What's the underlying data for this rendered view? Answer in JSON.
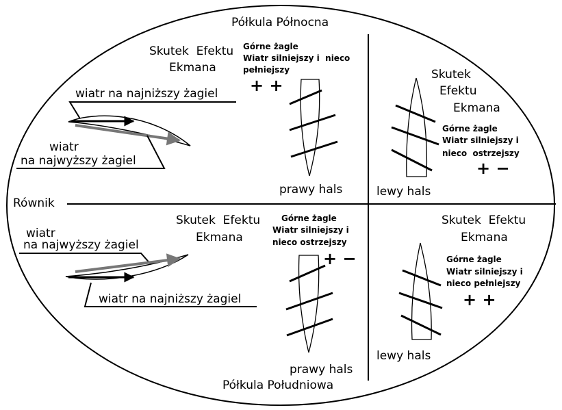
{
  "hemispheres": {
    "north": "Półkula Północna",
    "south": "Półkula Południowa",
    "equator": "Równik"
  },
  "north": {
    "ekman_left": [
      "Skutek  Efektu",
      "Ekmana"
    ],
    "ekman_right": [
      "Skutek",
      "Efektu",
      "Ekmana"
    ],
    "wind_lowest": "wiatr na najniższy żagiel",
    "wind_highest": [
      "wiatr",
      "na najwyższy żagiel"
    ],
    "starboard": {
      "note": [
        "Górne żagle",
        "Wiatr silniejszy i  nieco",
        "pełniejszy"
      ],
      "signs": "+ +",
      "tack": "prawy hals"
    },
    "port": {
      "note": [
        "Górne żagle",
        "Wiatr silniejszy i",
        "nieco  ostrzejszy"
      ],
      "signs": "+ −",
      "tack": "lewy hals"
    }
  },
  "south": {
    "ekman_left": [
      "Skutek  Efektu",
      "Ekmana"
    ],
    "ekman_right": [
      "Skutek  Efektu",
      "Ekmana"
    ],
    "wind_highest": [
      "wiatr",
      "na najwyższy żagiel"
    ],
    "wind_lowest": "wiatr na najniższy żagiel",
    "starboard": {
      "note": [
        "Górne żagle",
        "Wiatr silniejszy i",
        "nieco ostrzejszy"
      ],
      "signs": "+ −",
      "tack": "prawy hals"
    },
    "port": {
      "note": [
        "Górne żagle",
        "Wiatr silniejszy i",
        "nieco pełniejszy"
      ],
      "signs": "+ +",
      "tack": "lewy hals"
    }
  }
}
